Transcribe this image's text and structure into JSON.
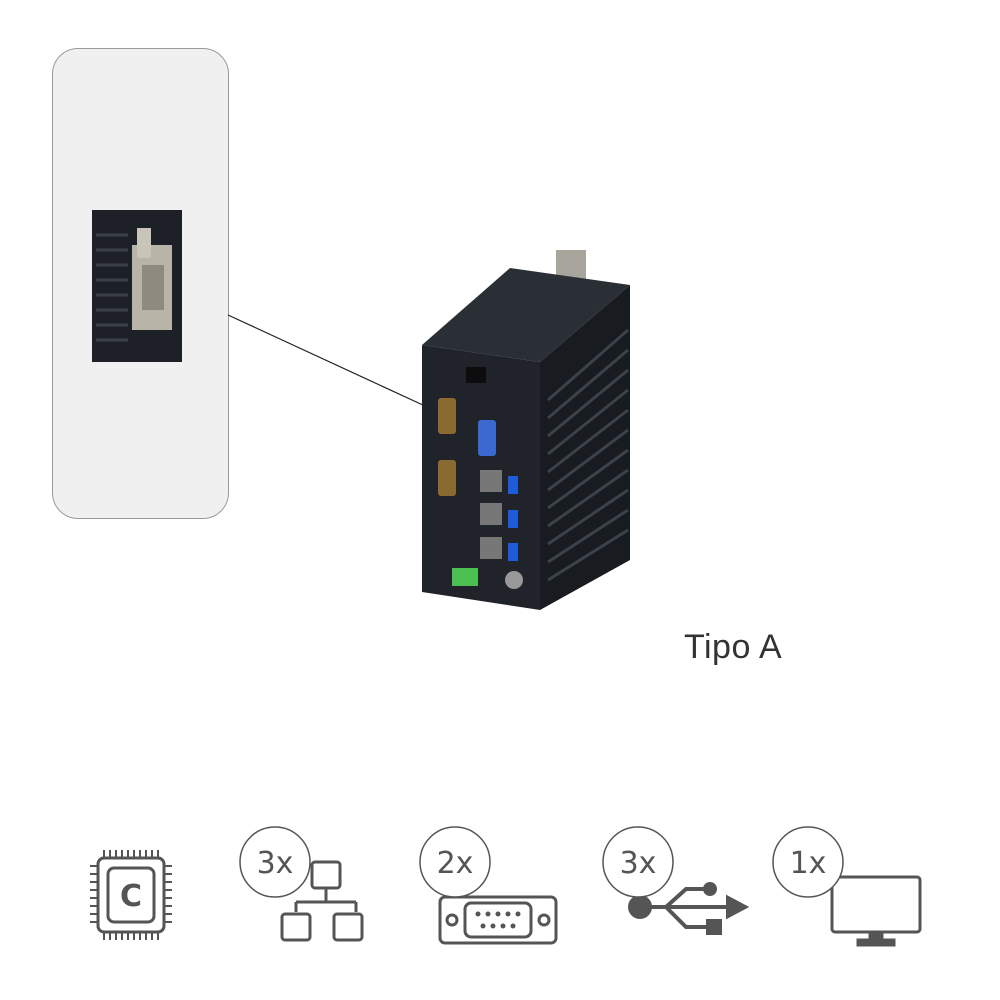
{
  "product": {
    "model_label": "Tipo A"
  },
  "features": [
    {
      "icon": "cpu-icon",
      "count": ""
    },
    {
      "icon": "lan-network-icon",
      "count": "3x"
    },
    {
      "icon": "serial-port-icon",
      "count": "2x"
    },
    {
      "icon": "usb-icon",
      "count": "3x"
    },
    {
      "icon": "monitor-icon",
      "count": "1x"
    }
  ],
  "colors": {
    "icon": "#555555",
    "device": "#1e2228",
    "inset_bg": "#f0f0f0"
  }
}
